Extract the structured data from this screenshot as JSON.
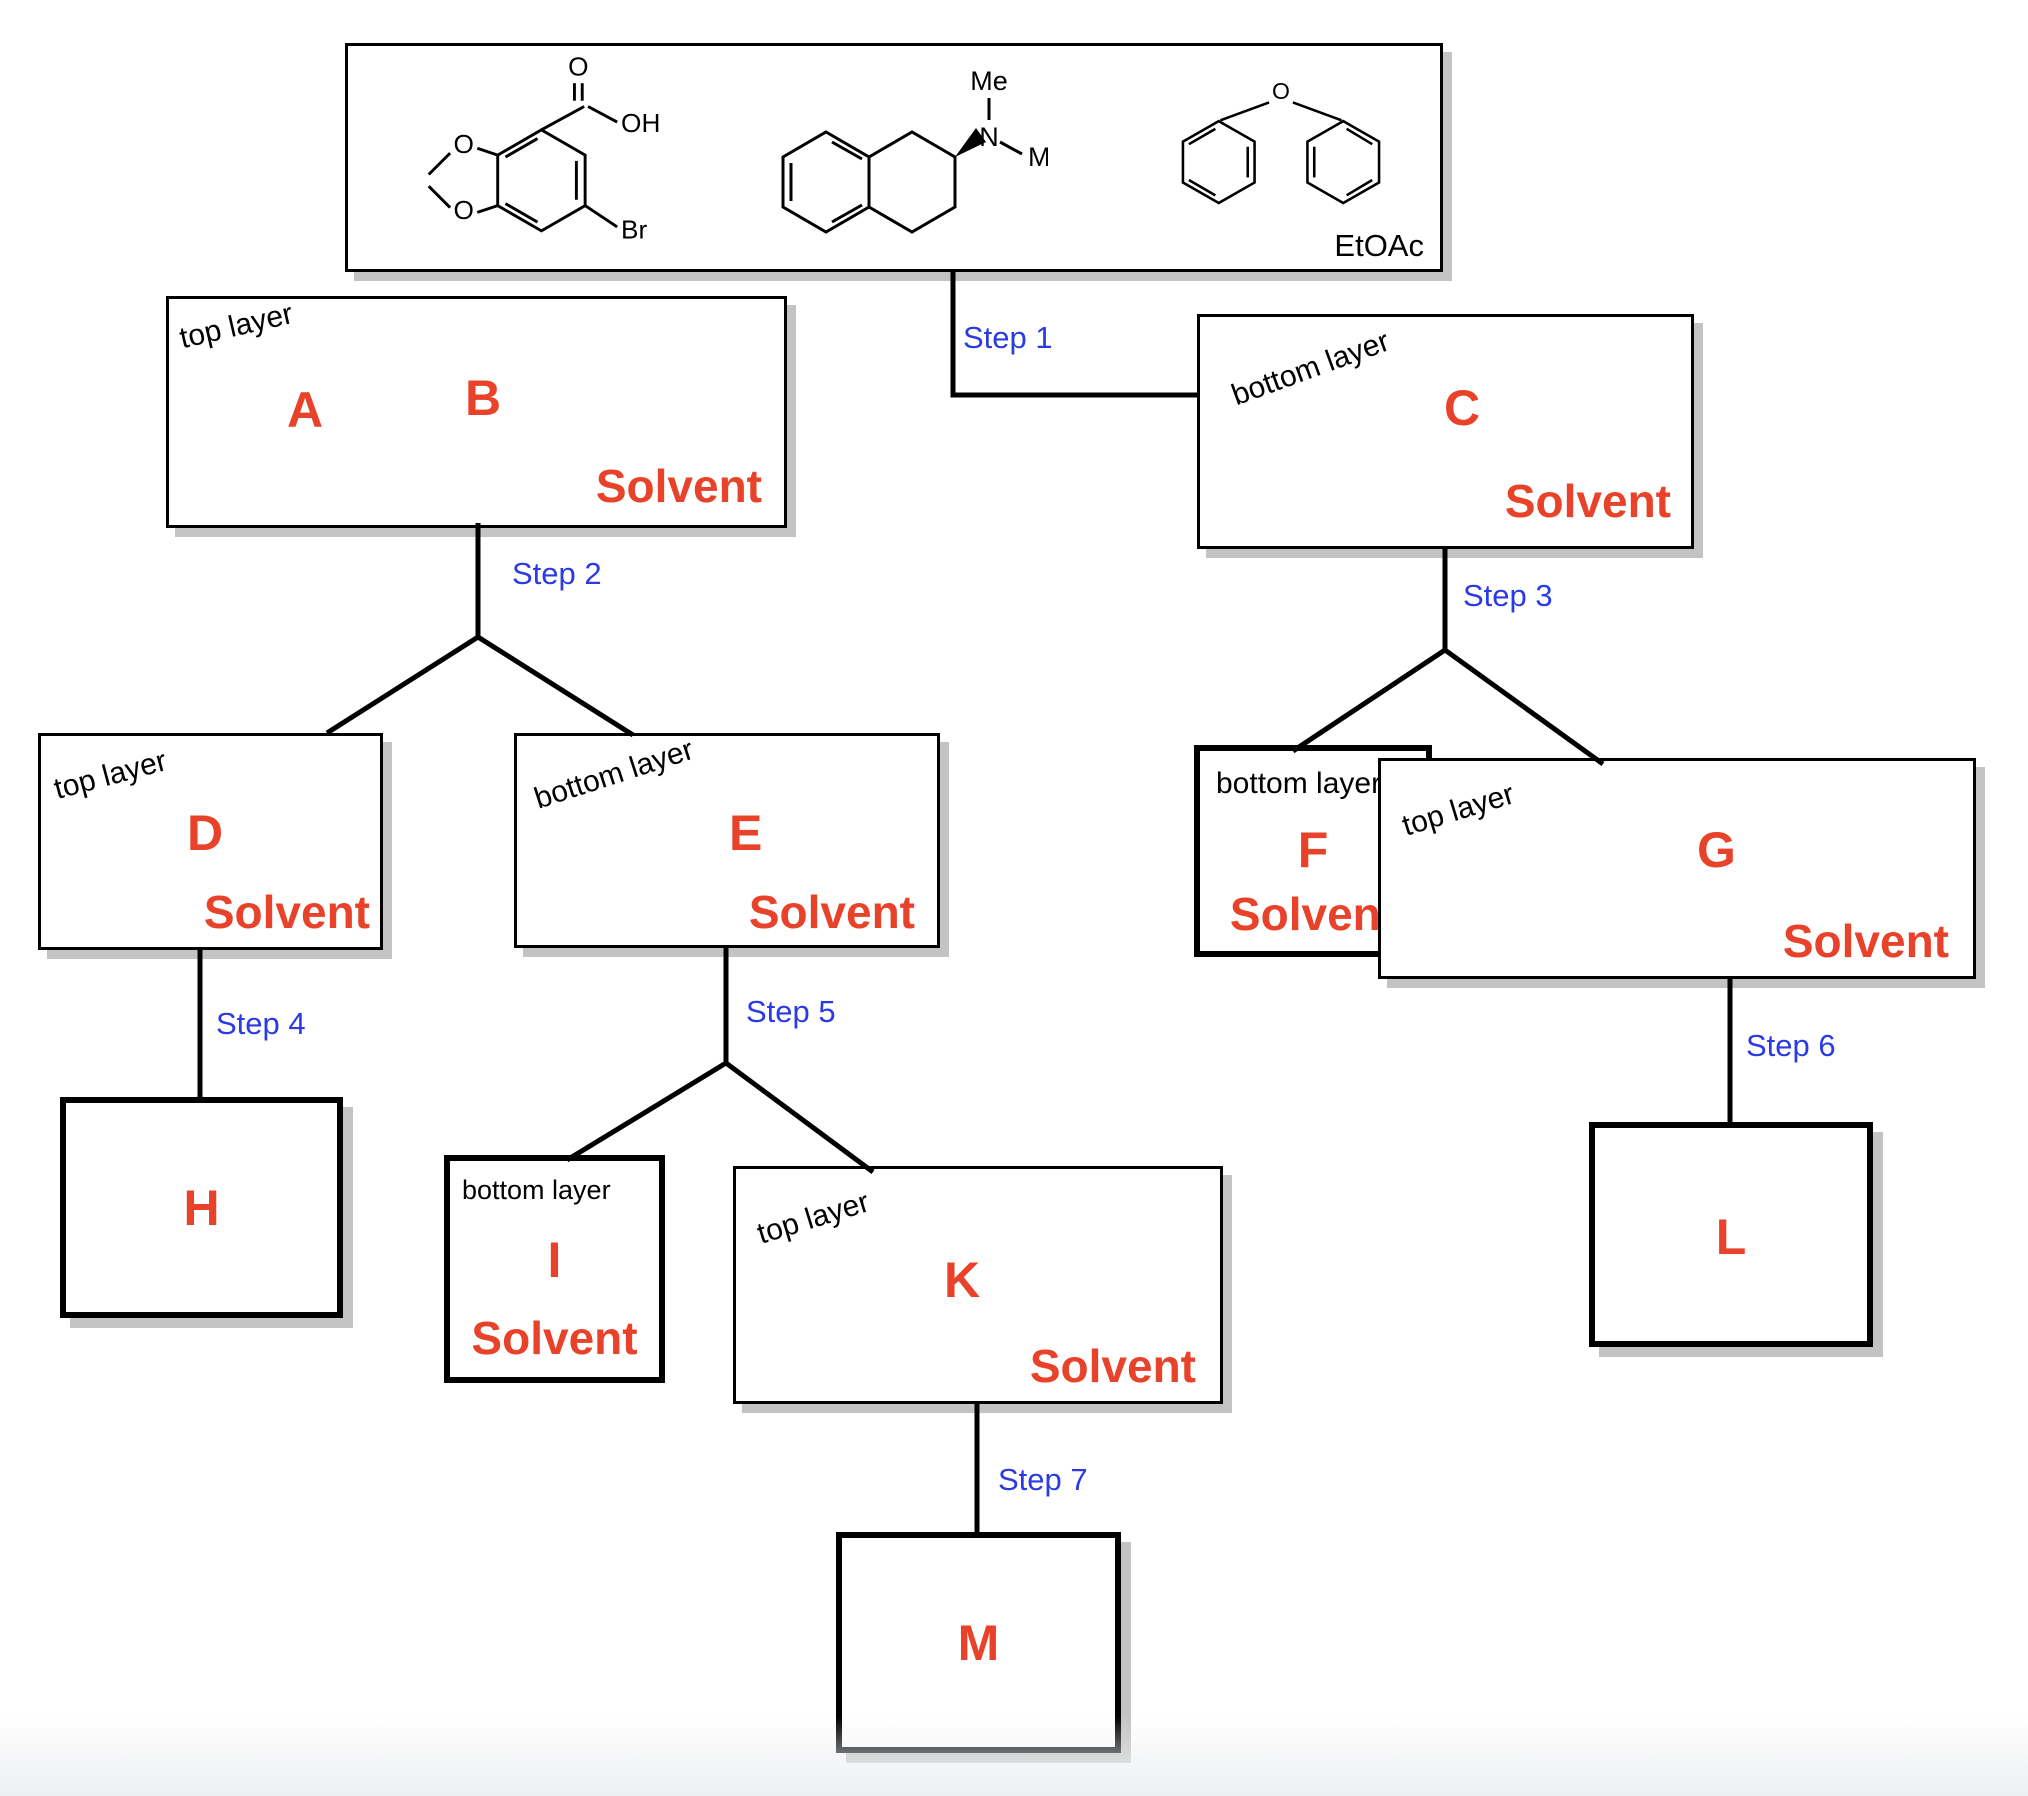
{
  "palette": {
    "red": "#E8432A",
    "blue": "#2B3BE4",
    "line": "#000000",
    "shadow": "#C3C3C3"
  },
  "mixture": {
    "solvent_tag": "EtOAc",
    "structures": [
      {
        "id": "bromo-benzodioxole-carboxylic-acid",
        "atom_labels": {
          "carbonyl_o": "O",
          "hydroxyl": "OH",
          "ring_o_top": "O",
          "ring_o_bottom": "O",
          "halogen": "Br"
        }
      },
      {
        "id": "dimethylamino-tetralin",
        "atom_labels": {
          "amine_n": "N",
          "methyl_top": "Me",
          "methyl_side": "Me"
        }
      },
      {
        "id": "diphenyl-ether",
        "atom_labels": {
          "ether_o": "O"
        }
      }
    ]
  },
  "steps": [
    {
      "label": "Step 1"
    },
    {
      "label": "Step 2"
    },
    {
      "label": "Step 3"
    },
    {
      "label": "Step 4"
    },
    {
      "label": "Step 5"
    },
    {
      "label": "Step 6"
    },
    {
      "label": "Step 7"
    }
  ],
  "boxes": {
    "ab": {
      "layer": "top layer",
      "letters": [
        "A",
        "B"
      ],
      "solvent": "Solvent"
    },
    "c": {
      "layer": "bottom layer",
      "letters": [
        "C"
      ],
      "solvent": "Solvent"
    },
    "d": {
      "layer": "top layer",
      "letters": [
        "D"
      ],
      "solvent": "Solvent"
    },
    "e": {
      "layer": "bottom layer",
      "letters": [
        "E"
      ],
      "solvent": "Solvent"
    },
    "f": {
      "layer": "bottom layer",
      "letters": [
        "F"
      ],
      "solvent": "Solvent"
    },
    "g": {
      "layer": "top layer",
      "letters": [
        "G"
      ],
      "solvent": "Solvent"
    },
    "h": {
      "letters": [
        "H"
      ]
    },
    "i": {
      "layer": "bottom layer",
      "letters": [
        "I"
      ],
      "solvent": "Solvent"
    },
    "k": {
      "layer": "top layer",
      "letters": [
        "K"
      ],
      "solvent": "Solvent"
    },
    "l": {
      "letters": [
        "L"
      ]
    },
    "m": {
      "letters": [
        "M"
      ]
    }
  }
}
